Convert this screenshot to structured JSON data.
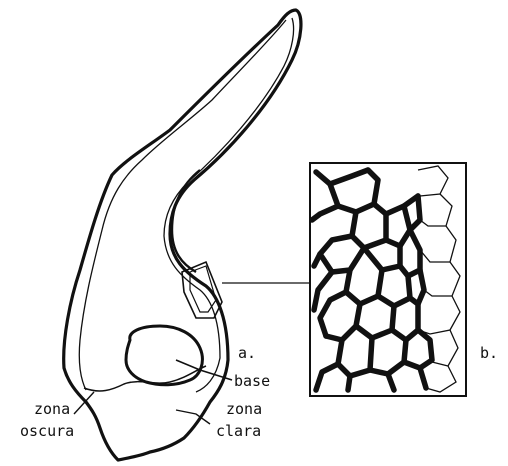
{
  "labels": {
    "a": "a.",
    "b": "b.",
    "base": "base",
    "zona_oscura_1": "zona",
    "zona_oscura_2": "oscura",
    "zona_clara_1": "zona",
    "zona_clara_2": "clara"
  },
  "colors": {
    "ink": "#111111",
    "paper": "#ffffff"
  }
}
